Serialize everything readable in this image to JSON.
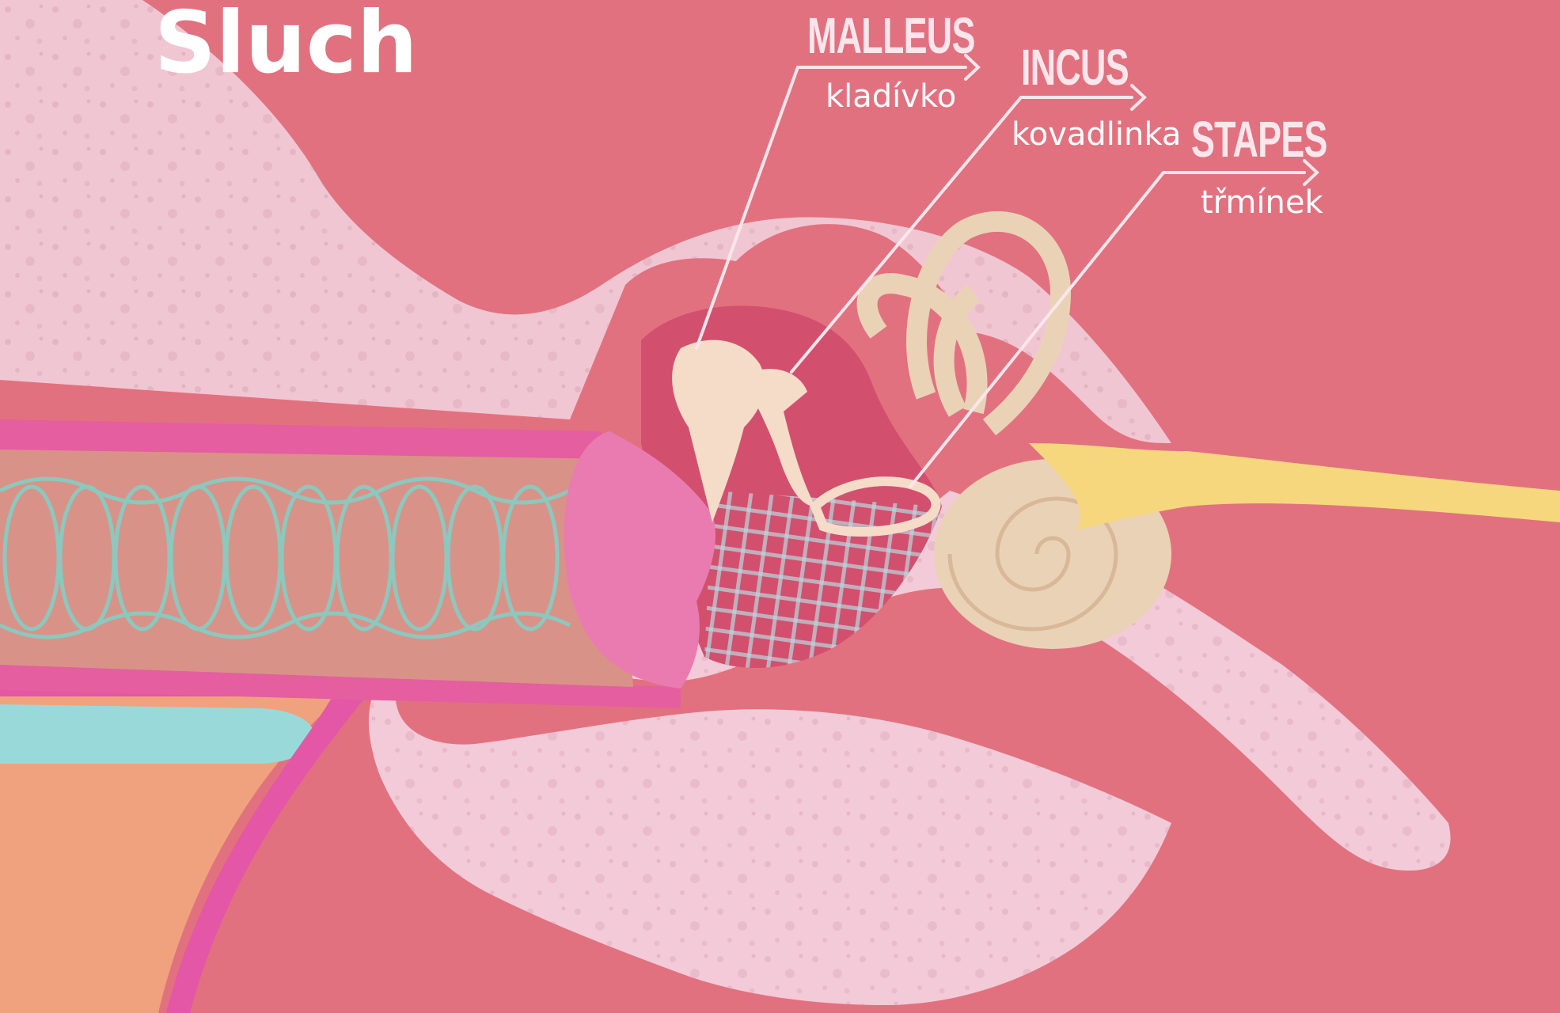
{
  "title": "Sluch",
  "labels": {
    "malleus": {
      "en": "MALLEUS",
      "cz": "kladívko"
    },
    "incus": {
      "en": "INCUS",
      "cz": "kovadlinka"
    },
    "stapes": {
      "en": "STAPES",
      "cz": "třmínek"
    }
  },
  "colors": {
    "background": "#e2717f",
    "bone": "#f2c9d4",
    "ossicles": "#f4dcc8",
    "cochlea": "#ead2b6",
    "nerve": "#f6d77e",
    "eardrum": "#ea7bb0",
    "canal": "#d88f86",
    "canal_wave": "#7fd2c8",
    "label_line": "#fbe6ec"
  }
}
